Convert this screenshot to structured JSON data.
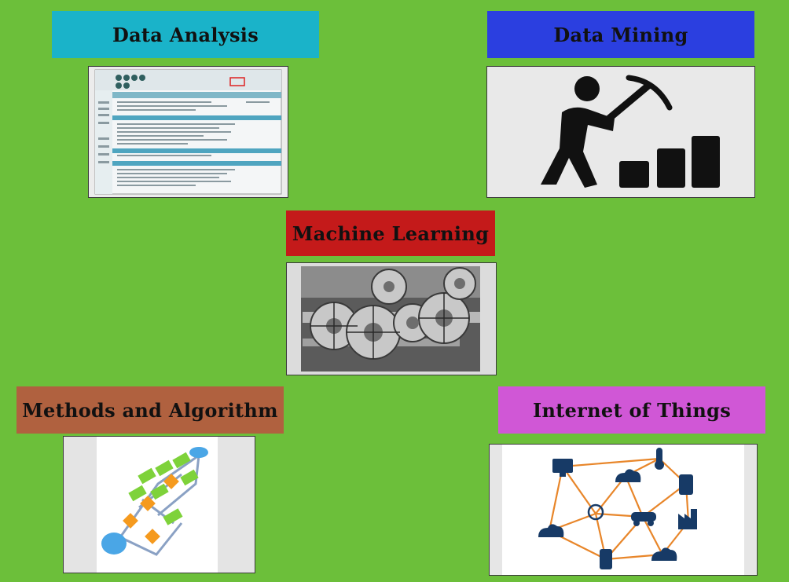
{
  "colors": {
    "background": "#6cbf3a",
    "data_analysis": "#1ab3c9",
    "data_mining": "#2b3fe0",
    "machine_learning": "#c41a1a",
    "methods": "#b0613f",
    "iot": "#d057d6"
  },
  "nodes": {
    "data_analysis": {
      "label": "Data Analysis",
      "image": "software-screenshot"
    },
    "data_mining": {
      "label": "Data Mining",
      "image": "miner-with-pickaxe-bar-chart-icon"
    },
    "machine_learning": {
      "label": "Machine Learning",
      "image": "gears-machinery-photo"
    },
    "methods": {
      "label": "Methods and Algorithm",
      "image": "flowchart-icon"
    },
    "iot": {
      "label": "Internet of Things",
      "image": "connected-devices-network-icon"
    }
  }
}
